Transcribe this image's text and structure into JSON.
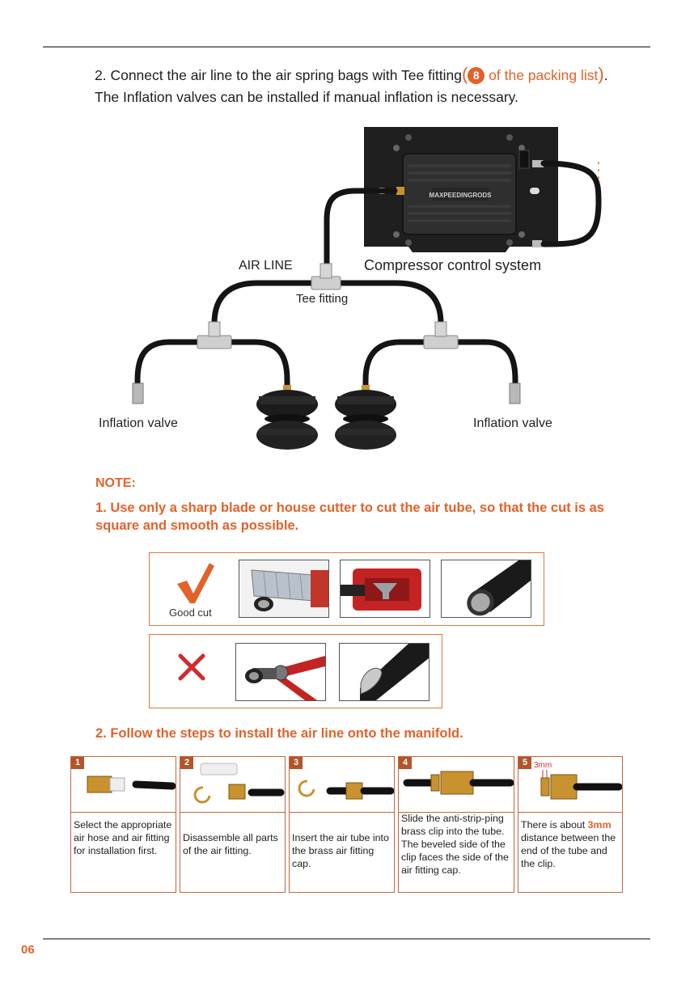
{
  "intro": {
    "part1": "2. Connect the air line to the air spring bags with Tee fitting",
    "paren_open": "(",
    "item_number": "8",
    "highlight": " of the packing list",
    "paren_close": ")",
    "part2": ". The Inflation valves can be installed if manual inflation is necessary."
  },
  "diagram": {
    "air_line_label": "AIR LINE",
    "compressor_label": "Compressor control system",
    "tee_label": "Tee fitting",
    "valve_left_label": "Inflation valve",
    "valve_right_label": "Inflation valve",
    "compressor_brand": "MAXPEEDINGRODS"
  },
  "note": {
    "heading": "NOTE:",
    "item1": "1. Use only a sharp blade or house cutter to cut the air tube, so that the cut is as square and smooth as possible.",
    "good_cut_label": "Good cut",
    "item2": "2. Follow the steps to install the air line onto the manifold."
  },
  "steps": [
    {
      "number": "1",
      "text": "Select the appropriate air hose and air fitting for installation first."
    },
    {
      "number": "2",
      "text": "Disassemble all parts of the air fitting."
    },
    {
      "number": "3",
      "text": "Insert the air tube into the brass air fitting cap."
    },
    {
      "number": "4",
      "text": "Slide the anti-strip-ping brass clip into the tube. The beveled side of the clip faces the side of the air fitting cap."
    },
    {
      "number": "5",
      "text_before": "There is about ",
      "highlight": "3mm",
      "text_after": " distance between the end of the tube and the clip.",
      "dimension_label": "3mm"
    }
  ],
  "page_number": "06",
  "colors": {
    "accent": "#e2622a",
    "rule": "#7f7f7f",
    "step_border": "#c4663b"
  }
}
